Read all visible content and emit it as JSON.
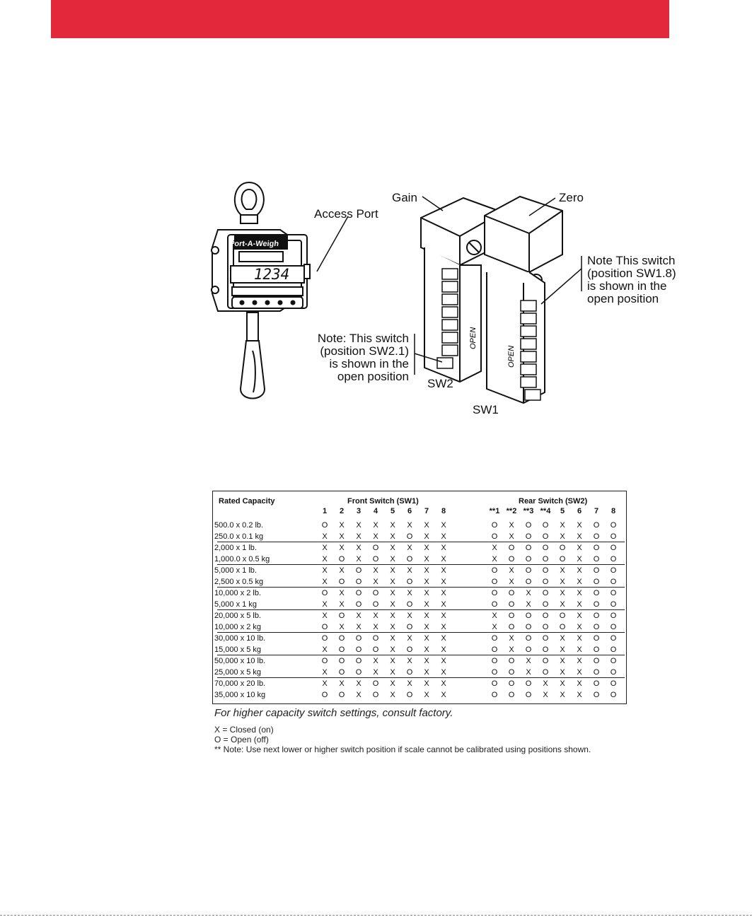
{
  "colors": {
    "accent": "#e3283c"
  },
  "figure": {
    "display_brand": "Port-A-Weigh",
    "display_reading": "1234",
    "labels": {
      "access_port": "Access Port",
      "gain": "Gain",
      "zero": "Zero",
      "sw1": "SW1",
      "sw2": "SW2",
      "open": "OPEN",
      "note_sw1": [
        "Note This switch",
        "(position SW1.8)",
        "is shown in the",
        "open position"
      ],
      "note_sw2": [
        "Note: This switch",
        "(position SW2.1)",
        "is shown in the",
        "open position"
      ]
    }
  },
  "table": {
    "rated_capacity_header": "Rated Capacity",
    "front_switch_header": "Front Switch (SW1)",
    "rear_switch_header": "Rear Switch (SW2)",
    "front_positions": [
      "1",
      "2",
      "3",
      "4",
      "5",
      "6",
      "7",
      "8"
    ],
    "rear_positions": [
      "**1",
      "**2",
      "**3",
      "**4",
      "5",
      "6",
      "7",
      "8"
    ],
    "groups": [
      {
        "rows": [
          {
            "capacity": "500.0 x 0.2 lb.",
            "front": [
              "O",
              "X",
              "X",
              "X",
              "X",
              "X",
              "X",
              "X"
            ],
            "rear": [
              "O",
              "X",
              "O",
              "O",
              "X",
              "X",
              "O",
              "O"
            ]
          },
          {
            "capacity": "250.0 x 0.1 kg",
            "front": [
              "X",
              "X",
              "X",
              "X",
              "X",
              "O",
              "X",
              "X"
            ],
            "rear": [
              "O",
              "X",
              "O",
              "O",
              "X",
              "X",
              "O",
              "O"
            ]
          }
        ]
      },
      {
        "rows": [
          {
            "capacity": "2,000 x 1 lb.",
            "front": [
              "X",
              "X",
              "X",
              "O",
              "X",
              "X",
              "X",
              "X"
            ],
            "rear": [
              "X",
              "O",
              "O",
              "O",
              "O",
              "X",
              "O",
              "O"
            ]
          },
          {
            "capacity": "1,000.0 x 0.5 kg",
            "front": [
              "X",
              "O",
              "X",
              "O",
              "X",
              "O",
              "X",
              "X"
            ],
            "rear": [
              "X",
              "O",
              "O",
              "O",
              "O",
              "X",
              "O",
              "O"
            ]
          }
        ]
      },
      {
        "rows": [
          {
            "capacity": "5,000 x 1 lb.",
            "front": [
              "X",
              "X",
              "O",
              "X",
              "X",
              "X",
              "X",
              "X"
            ],
            "rear": [
              "O",
              "X",
              "O",
              "O",
              "X",
              "X",
              "O",
              "O"
            ]
          },
          {
            "capacity": "2,500 x 0.5 kg",
            "front": [
              "X",
              "O",
              "O",
              "X",
              "X",
              "O",
              "X",
              "X"
            ],
            "rear": [
              "O",
              "X",
              "O",
              "O",
              "X",
              "X",
              "O",
              "O"
            ]
          }
        ]
      },
      {
        "rows": [
          {
            "capacity": "10,000 x 2 lb.",
            "front": [
              "O",
              "X",
              "O",
              "O",
              "X",
              "X",
              "X",
              "X"
            ],
            "rear": [
              "O",
              "O",
              "X",
              "O",
              "X",
              "X",
              "O",
              "O"
            ]
          },
          {
            "capacity": "5,000 x 1 kg",
            "front": [
              "X",
              "X",
              "O",
              "O",
              "X",
              "O",
              "X",
              "X"
            ],
            "rear": [
              "O",
              "O",
              "X",
              "O",
              "X",
              "X",
              "O",
              "O"
            ]
          }
        ]
      },
      {
        "rows": [
          {
            "capacity": "20,000 x 5 lb.",
            "front": [
              "X",
              "O",
              "X",
              "X",
              "X",
              "X",
              "X",
              "X"
            ],
            "rear": [
              "X",
              "O",
              "O",
              "O",
              "O",
              "X",
              "O",
              "O"
            ]
          },
          {
            "capacity": "10,000 x 2 kg",
            "front": [
              "O",
              "X",
              "X",
              "X",
              "X",
              "O",
              "X",
              "X"
            ],
            "rear": [
              "X",
              "O",
              "O",
              "O",
              "O",
              "X",
              "O",
              "O"
            ]
          }
        ]
      },
      {
        "rows": [
          {
            "capacity": "30,000 x 10 lb.",
            "front": [
              "O",
              "O",
              "O",
              "O",
              "X",
              "X",
              "X",
              "X"
            ],
            "rear": [
              "O",
              "X",
              "O",
              "O",
              "X",
              "X",
              "O",
              "O"
            ]
          },
          {
            "capacity": "15,000 x 5 kg",
            "front": [
              "X",
              "O",
              "O",
              "O",
              "X",
              "O",
              "X",
              "X"
            ],
            "rear": [
              "O",
              "X",
              "O",
              "O",
              "X",
              "X",
              "O",
              "O"
            ]
          }
        ]
      },
      {
        "rows": [
          {
            "capacity": "50,000 x 10 lb.",
            "front": [
              "O",
              "O",
              "O",
              "X",
              "X",
              "X",
              "X",
              "X"
            ],
            "rear": [
              "O",
              "O",
              "X",
              "O",
              "X",
              "X",
              "O",
              "O"
            ]
          },
          {
            "capacity": "25,000 x 5 kg",
            "front": [
              "X",
              "O",
              "O",
              "X",
              "X",
              "O",
              "X",
              "X"
            ],
            "rear": [
              "O",
              "O",
              "X",
              "O",
              "X",
              "X",
              "O",
              "O"
            ]
          }
        ]
      },
      {
        "rows": [
          {
            "capacity": "70,000 x 20 lb.",
            "front": [
              "X",
              "X",
              "X",
              "O",
              "X",
              "X",
              "X",
              "X"
            ],
            "rear": [
              "O",
              "O",
              "O",
              "X",
              "X",
              "X",
              "O",
              "O"
            ]
          },
          {
            "capacity": "35,000 x 10 kg",
            "front": [
              "O",
              "O",
              "X",
              "O",
              "X",
              "O",
              "X",
              "X"
            ],
            "rear": [
              "O",
              "O",
              "O",
              "X",
              "X",
              "X",
              "O",
              "O"
            ]
          }
        ]
      }
    ]
  },
  "notes": {
    "higher_capacity": "For higher capacity switch settings, consult factory.",
    "closed": "X = Closed (on)",
    "open": "O = Open (off)",
    "lower_higher": "** Note: Use next lower or higher switch position if scale cannot be calibrated using positions shown."
  }
}
